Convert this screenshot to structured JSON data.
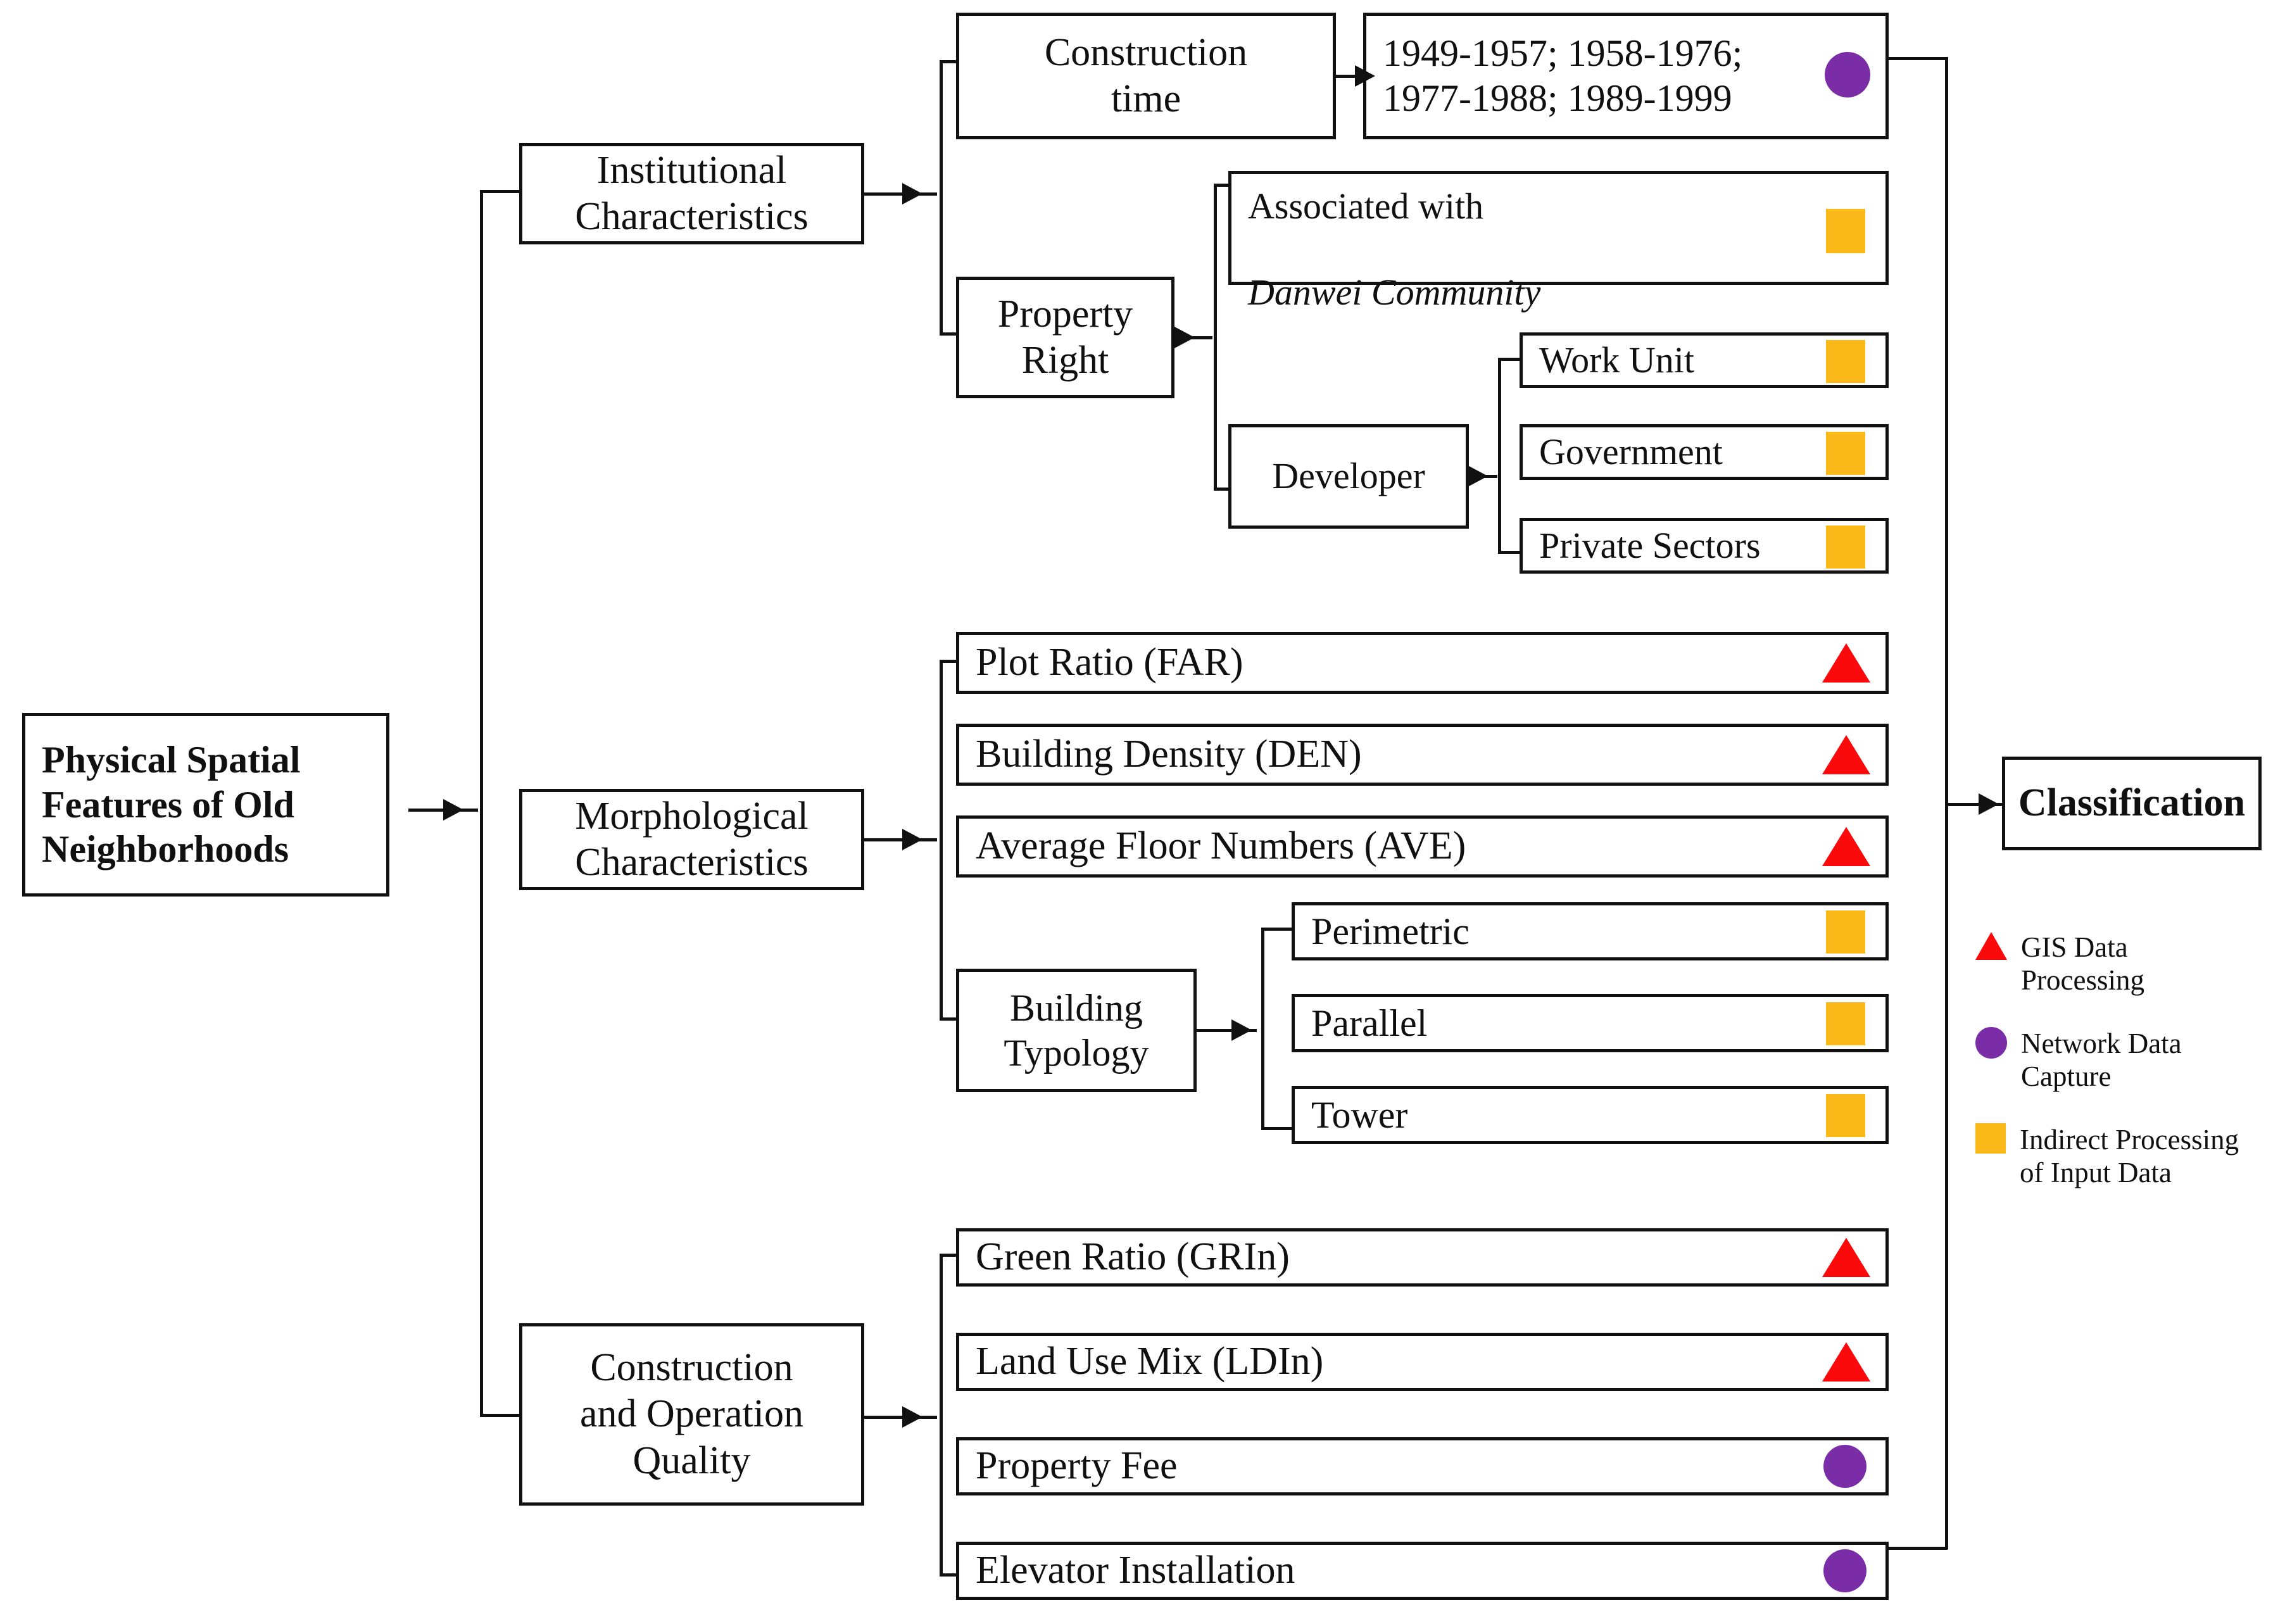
{
  "diagram": {
    "title_box": {
      "label": "Physical Spatial\nFeatures of Old\nNeighborhoods"
    },
    "output_box": {
      "label": "Classification"
    },
    "categories": [
      {
        "label": "Institutional\nCharacteristics"
      },
      {
        "label": "Morphological\nCharacteristics"
      },
      {
        "label": "Construction\nand Operation\nQuality"
      }
    ],
    "institutional": {
      "construction_time": {
        "label": "Construction\ntime"
      },
      "construction_time_values": {
        "label": "1949-1957;  1958-1976;\n1977-1988;  1989-1999",
        "marker": "circle"
      },
      "property_right": {
        "label": "Property\nRight"
      },
      "danwei": {
        "line1": "Associated with",
        "line2": "Danwei Community",
        "marker": "square"
      },
      "developer": {
        "label": "Developer"
      },
      "developer_children": [
        {
          "label": "Work Unit",
          "marker": "square"
        },
        {
          "label": "Government",
          "marker": "square"
        },
        {
          "label": "Private Sectors",
          "marker": "square"
        }
      ]
    },
    "morphological": {
      "metrics": [
        {
          "label": "Plot Ratio (FAR)",
          "marker": "triangle"
        },
        {
          "label": "Building  Density (DEN)",
          "marker": "triangle"
        },
        {
          "label": "Average Floor Numbers (AVE)",
          "marker": "triangle"
        }
      ],
      "building_typology": {
        "label": "Building\nTypology"
      },
      "typology_children": [
        {
          "label": "Perimetric",
          "marker": "square"
        },
        {
          "label": "Parallel",
          "marker": "square"
        },
        {
          "label": "Tower",
          "marker": "square"
        }
      ]
    },
    "quality": {
      "items": [
        {
          "label": "Green Ratio (GRIn)",
          "marker": "triangle"
        },
        {
          "label": "Land Use Mix (LDIn)",
          "marker": "triangle"
        },
        {
          "label": "Property Fee",
          "marker": "circle"
        },
        {
          "label": "Elevator  Installation",
          "marker": "circle"
        }
      ]
    },
    "legend": {
      "items": [
        {
          "marker": "triangle",
          "label": "GIS Data\nProcessing"
        },
        {
          "marker": "circle",
          "label": "Network Data\nCapture"
        },
        {
          "marker": "square",
          "label": "Indirect Processing\nof Input Data"
        }
      ]
    },
    "colors": {
      "gis_red": "#FA0A0A",
      "network_purple": "#7B2DA8",
      "indirect_orange": "#FBBA1A",
      "stroke_black": "#111111",
      "background_white": "#FFFFFF"
    }
  }
}
